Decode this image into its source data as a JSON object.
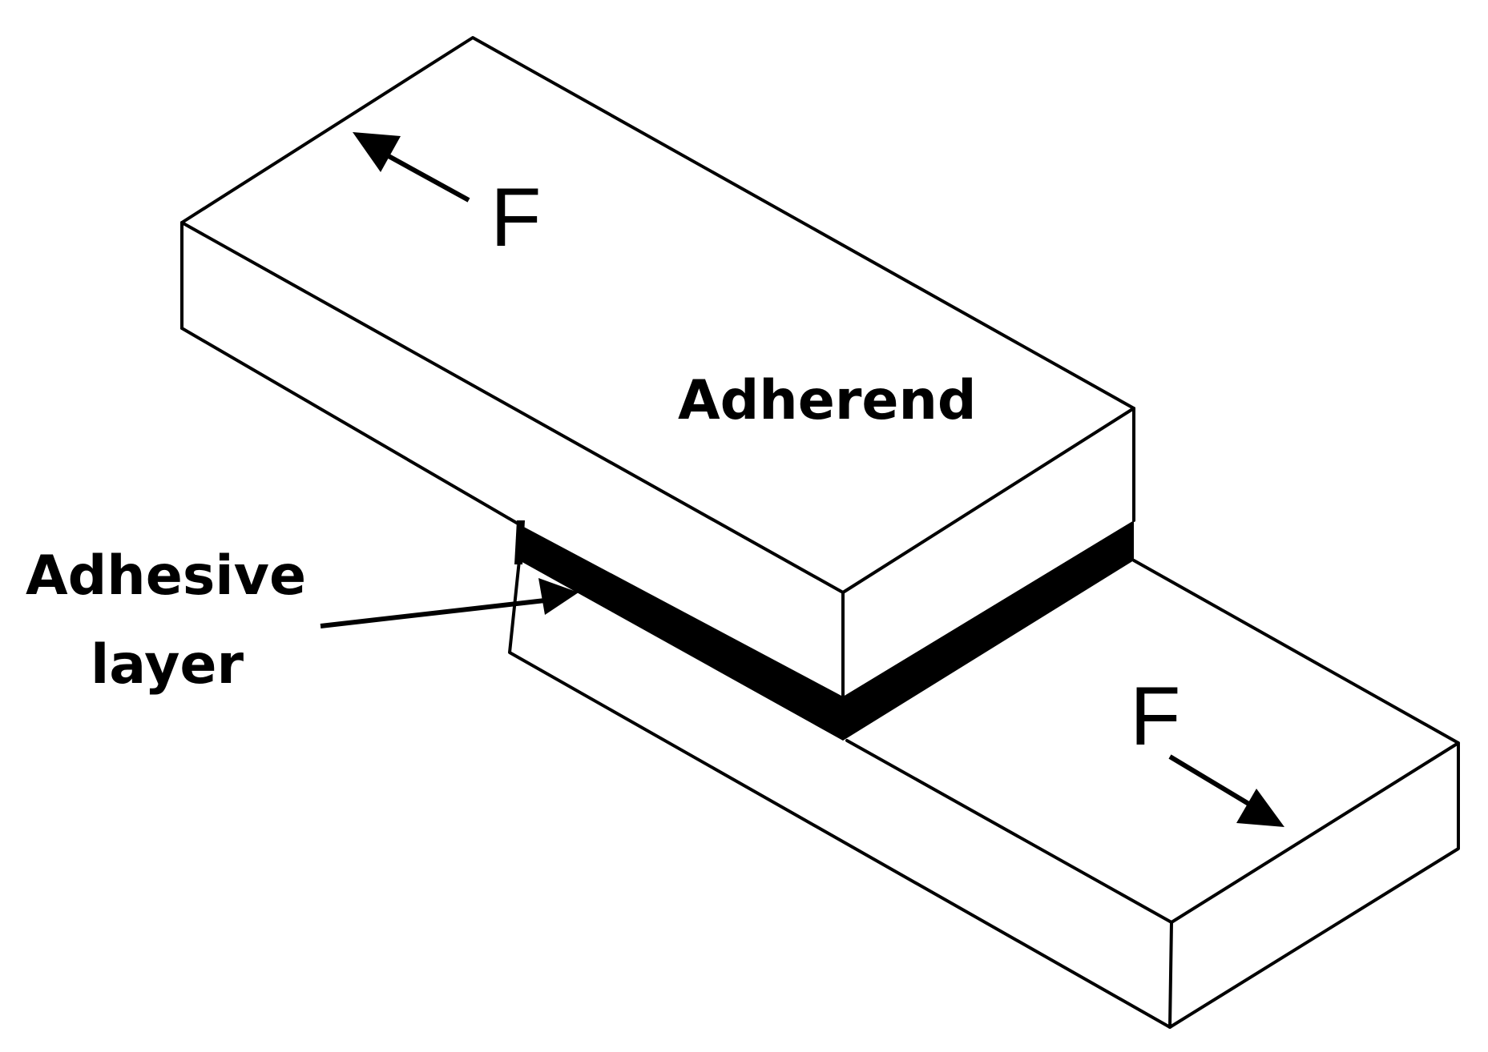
{
  "diagram": {
    "labels": {
      "force_top": "F",
      "force_bottom": "F",
      "adherend": "Adherend",
      "adhesive_line1": "Adhesive",
      "adhesive_line2": "layer"
    },
    "colors": {
      "ink": "#000000",
      "background": "#ffffff"
    }
  }
}
